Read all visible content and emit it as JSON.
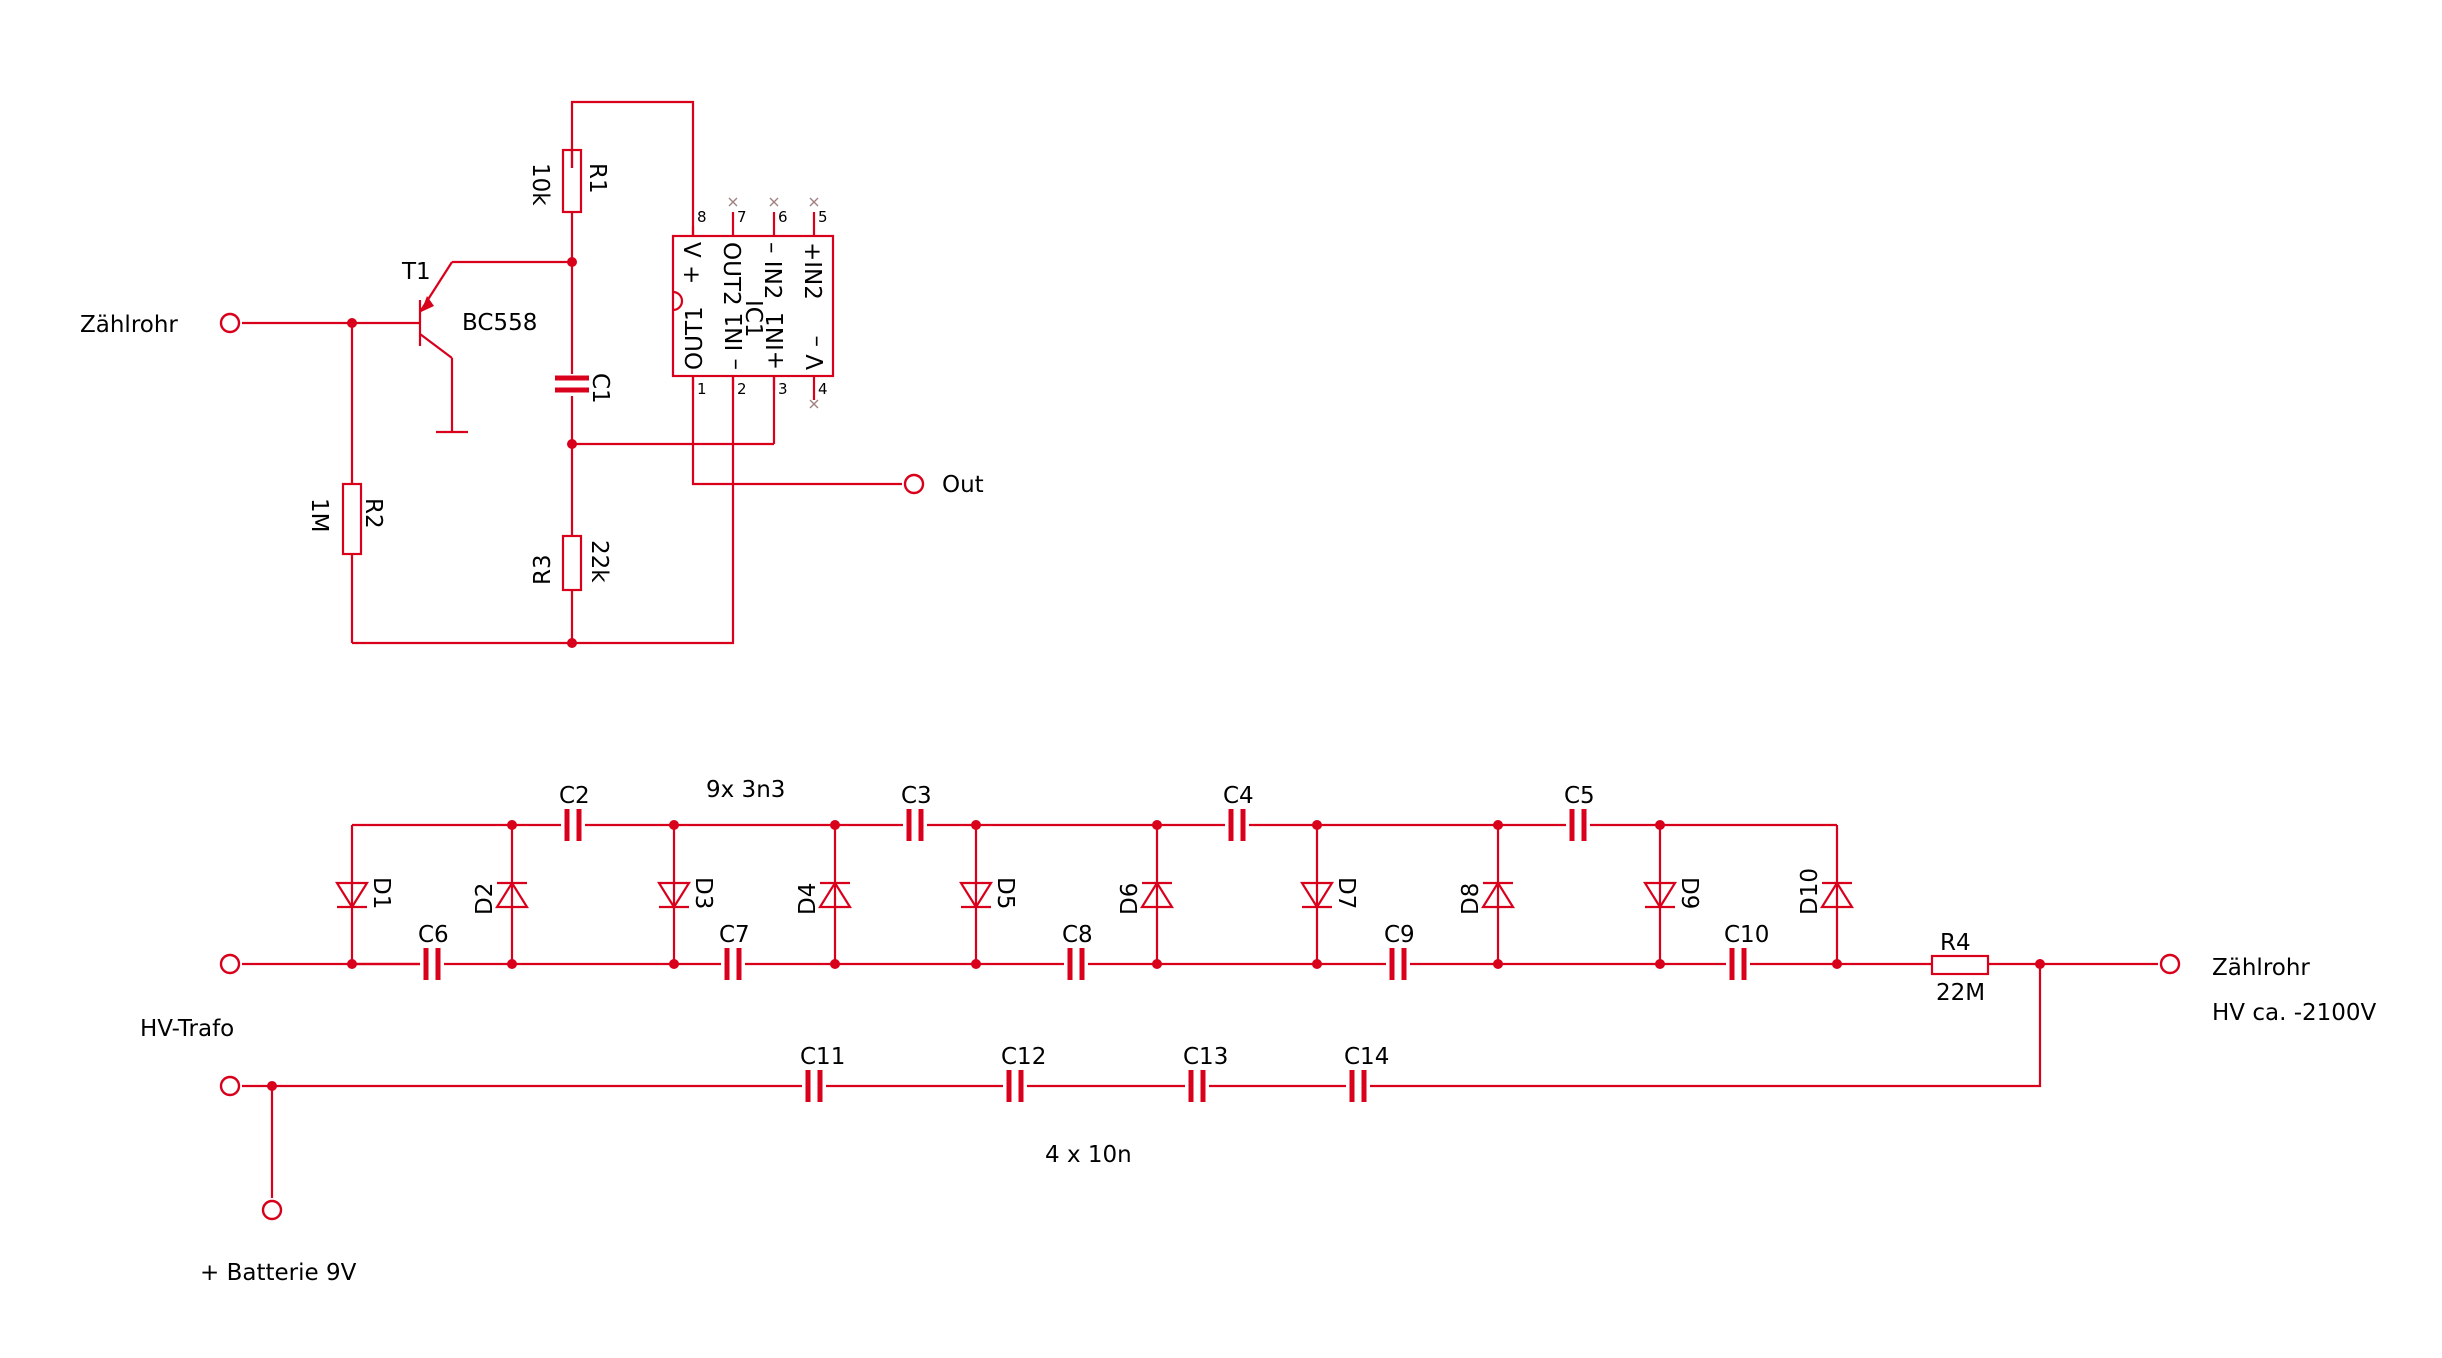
{
  "components": {
    "t1": {
      "ref": "T1",
      "value": "BC558"
    },
    "r1": {
      "ref": "R1",
      "value": "10k"
    },
    "r2": {
      "ref": "R2",
      "value": "1M"
    },
    "r3": {
      "ref": "R3",
      "value": "22k"
    },
    "r4": {
      "ref": "R4",
      "value": "22M"
    },
    "c1": {
      "ref": "C1"
    },
    "ic1": {
      "ref": "IC1"
    },
    "caps_top": [
      "C2",
      "C3",
      "C4",
      "C5"
    ],
    "caps_mid": [
      "C6",
      "C7",
      "C8",
      "C9",
      "C10"
    ],
    "caps_bottom": [
      "C11",
      "C12",
      "C13",
      "C14"
    ],
    "diodes": [
      "D1",
      "D2",
      "D3",
      "D4",
      "D5",
      "D6",
      "D7",
      "D8",
      "D9",
      "D10"
    ]
  },
  "ic_pins": {
    "top": [
      {
        "num": "8",
        "name": "V +"
      },
      {
        "num": "7",
        "name": "OUT2"
      },
      {
        "num": "6",
        "name": "– IN2"
      },
      {
        "num": "5",
        "name": "+IN2"
      }
    ],
    "bottom": [
      {
        "num": "1",
        "name": "OUT1"
      },
      {
        "num": "2",
        "name": "– IN1"
      },
      {
        "num": "3",
        "name": "+IN1"
      },
      {
        "num": "4",
        "name": "V –"
      }
    ]
  },
  "terminals": {
    "zaehlrohr_in": "Zählrohr",
    "out": "Out",
    "hv_trafo": "HV-Trafo",
    "batterie": "+ Batterie 9V",
    "zaehlrohr_out": "Zählrohr",
    "hv_note": "HV ca. -2100V"
  },
  "notes": {
    "caps_top_note": "9x 3n3",
    "caps_bottom_note": "4 x 10n"
  }
}
